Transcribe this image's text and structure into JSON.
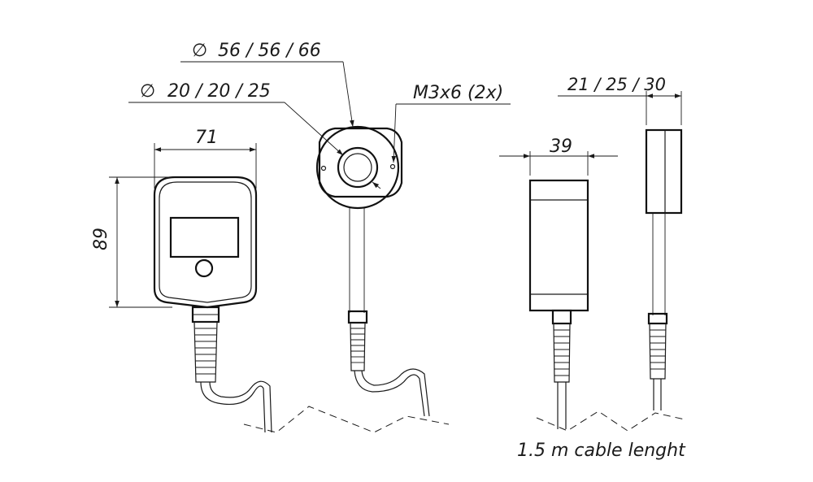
{
  "dimensions": {
    "inner_diameter": "20 / 20 / 25",
    "outer_diameter": "56 / 56 / 66",
    "diameter_symbol": "∅",
    "screw": "M3x6 (2x)",
    "width": "71",
    "height": "89",
    "side_width": "39",
    "depth": "21 / 25 / 30"
  },
  "cable_note": "1.5 m cable lenght"
}
